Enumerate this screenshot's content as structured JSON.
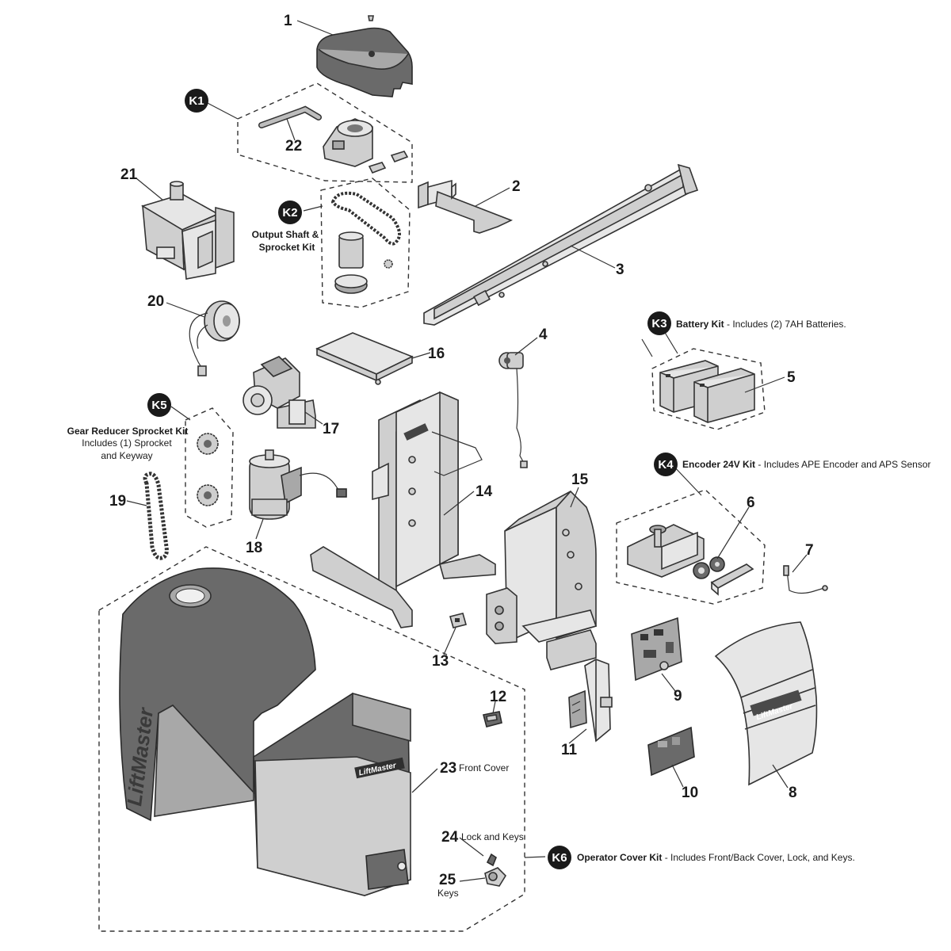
{
  "callouts": {
    "c1": "1",
    "c2": "2",
    "c3": "3",
    "c4": "4",
    "c5": "5",
    "c6": "6",
    "c7": "7",
    "c8": "8",
    "c9": "9",
    "c10": "10",
    "c11": "11",
    "c12": "12",
    "c13": "13",
    "c14": "14",
    "c15": "15",
    "c16": "16",
    "c17": "17",
    "c18": "18",
    "c19": "19",
    "c20": "20",
    "c21": "21",
    "c22": "22",
    "c23": "23",
    "c24": "24",
    "c25": "25"
  },
  "part_labels": {
    "p23": "Front Cover",
    "p24": "Lock and Keys",
    "p25": "Keys"
  },
  "kits": {
    "k1": {
      "badge": "K1"
    },
    "k2": {
      "badge": "K2",
      "title_line1": "Output Shaft &",
      "title_line2": "Sprocket Kit"
    },
    "k3": {
      "badge": "K3",
      "title": "Battery Kit",
      "desc": " - Includes (2) 7AH Batteries."
    },
    "k4": {
      "badge": "K4",
      "title": "Encoder 24V Kit",
      "desc": " - Includes APE Encoder and APS Sensor"
    },
    "k5": {
      "badge": "K5",
      "title": "Gear Reducer Sprocket Kit",
      "desc_line1": "Includes (1) Sprocket",
      "desc_line2": "and Keyway"
    },
    "k6": {
      "badge": "K6",
      "title": "Operator Cover Kit",
      "desc": " - Includes Front/Back Cover, Lock, and Keys."
    }
  },
  "brand": {
    "logo": "LiftMaster"
  },
  "colors": {
    "part_fill": "#cfcfcf",
    "cover_fill": "#6a6a6a",
    "badge_fill": "#1a1a1a",
    "outline": "#333333"
  }
}
